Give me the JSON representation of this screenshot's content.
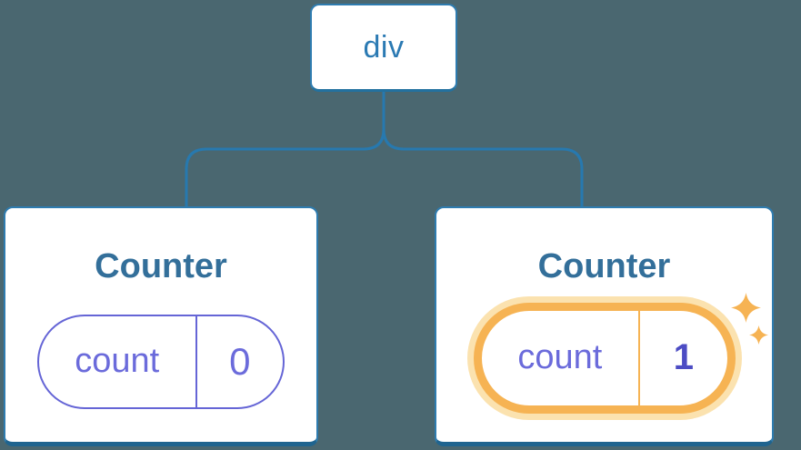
{
  "tree": {
    "root": {
      "label": "div"
    },
    "children": [
      {
        "title": "Counter",
        "state_key": "count",
        "state_value": "0",
        "highlighted": false
      },
      {
        "title": "Counter",
        "state_key": "count",
        "state_value": "1",
        "highlighted": true
      }
    ]
  },
  "icons": {
    "sparkle": "four-pointed-star"
  },
  "colors": {
    "background": "#4A6770",
    "connector_blue": "#2779AF",
    "node_border_blue": "#2E7CB0",
    "card_bottom_border": "#1F648F",
    "root_label_blue": "#2B7AB3",
    "title_blue": "#336F9A",
    "state_purple": "#6B6BDB",
    "state_border_purple": "#6565D6",
    "value_bold_purple": "#4C4CC4",
    "highlight_orange": "#F6B353",
    "highlight_halo": "#FBE2AF"
  }
}
